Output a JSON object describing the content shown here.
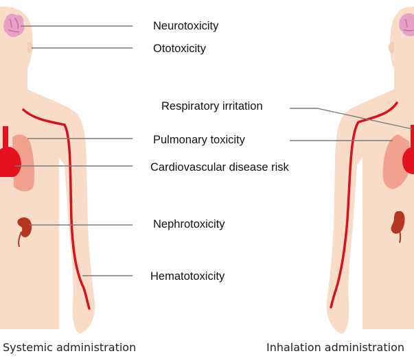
{
  "colors": {
    "skin": "#f8dcc8",
    "lung": "#f2a18e",
    "heart": "#e2131f",
    "kidney": "#b43520",
    "vessel": "#d8111b",
    "brain": "#e7a0c6",
    "leader": "#7a7a7a"
  },
  "icons": [
    "brain-icon",
    "ear-icon",
    "lung-icon",
    "heart-icon",
    "kidney-icon",
    "blood-vessel-icon"
  ],
  "labels": {
    "neurotoxicity": "Neurotoxicity",
    "ototoxicity": "Ototoxicity",
    "respiratory_irritation": "Respiratory irritation",
    "pulmonary_toxicity": "Pulmonary toxicity",
    "cardiovascular_risk": "Cardiovascular disease risk",
    "nephrotoxicity": "Nephrotoxicity",
    "hematotoxicity": "Hematotoxicity"
  },
  "captions": {
    "left": "Systemic administration",
    "right": "Inhalation administration"
  }
}
